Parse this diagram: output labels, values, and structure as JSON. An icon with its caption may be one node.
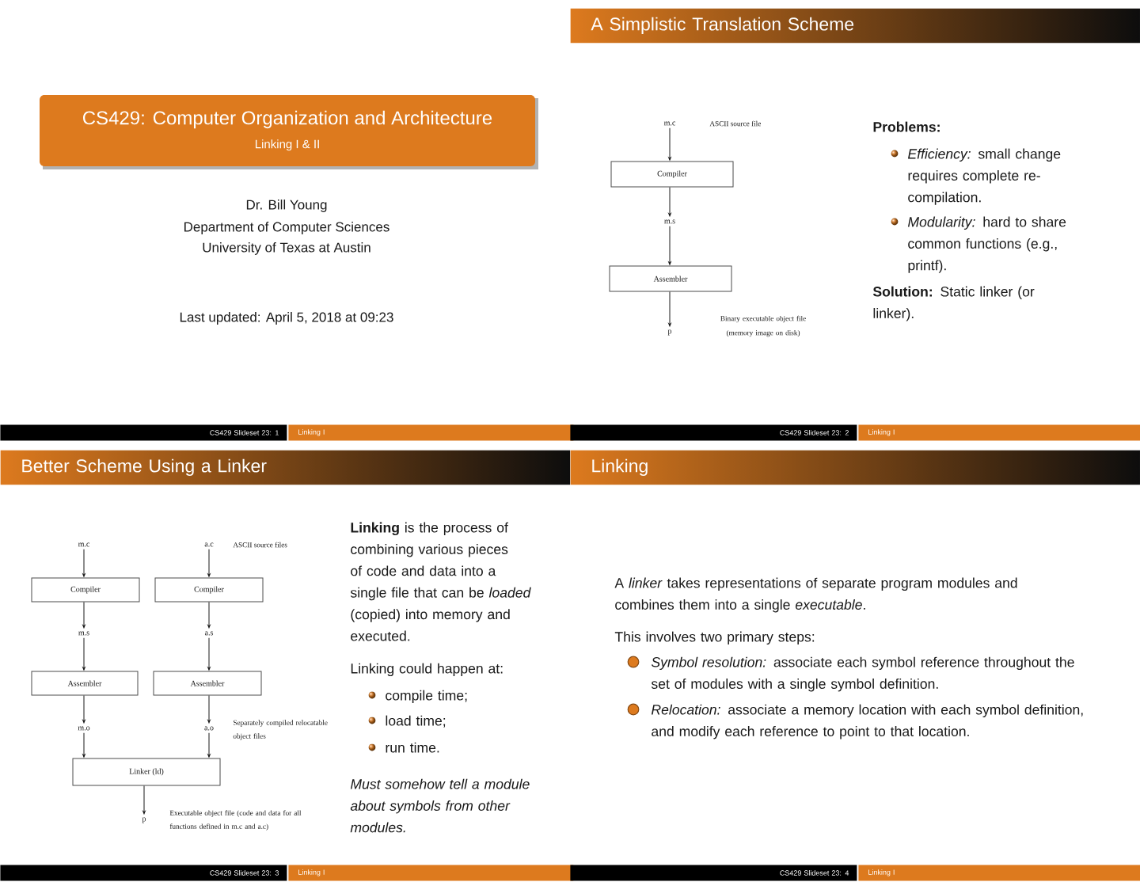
{
  "diagram": {
    "nodes": [
      {
        "text": [
          "CS429: Computer Organization and Architecture",
          "Linking I & II"
        ]
      },
      {
        "text": [
          "CS429 Slideset 23: 1"
        ]
      },
      {
        "text": [
          "Linking I"
        ]
      },
      {
        "text": [
          "A Simplistic Translation Scheme"
        ]
      },
      {
        "text": [
          "m.c"
        ]
      },
      {
        "text": [
          "Compiler"
        ]
      },
      {
        "text": [
          "m.s"
        ]
      },
      {
        "text": [
          "Assembler"
        ]
      },
      {
        "text": [
          "p"
        ]
      },
      {
        "text": [
          "CS429 Slideset 23: 2"
        ]
      },
      {
        "text": [
          "Linking I"
        ]
      },
      {
        "text": [
          "Better Scheme Using a Linker"
        ]
      },
      {
        "text": [
          "m.c"
        ]
      },
      {
        "text": [
          "a.c"
        ],
        "beside": [
          "ASCII source files"
        ]
      },
      {
        "text": [
          "Compiler"
        ]
      },
      {
        "text": [
          "Compiler"
        ]
      },
      {
        "text": [
          "m.s"
        ]
      },
      {
        "text": [
          "a.s"
        ]
      },
      {
        "text": [
          "Assembler"
        ]
      },
      {
        "text": [
          "Assembler"
        ]
      },
      {
        "text": [
          "m.o"
        ]
      },
      {
        "text": [
          "a.o"
        ],
        "beside": [
          "Separately compiled relocatable object files"
        ]
      },
      {
        "text": [
          "Linker (ld)"
        ]
      },
      {
        "text": [
          "p"
        ],
        "beside": [
          "Executable object file (code and data for all functions defined in m.c and a.c)"
        ]
      },
      {
        "text": [
          "CS429 Slideset 23: 3"
        ]
      },
      {
        "text": [
          "Linking I"
        ]
      },
      {
        "text": [
          "Linking"
        ]
      },
      {
        "text": [
          "CS429 Slideset 23: 4"
        ]
      },
      {
        "text": [
          "Linking I"
        ]
      }
    ],
    "edges": [
      {
        "from": 4,
        "to": 5,
        "arrow": "to"
      },
      {
        "from": 5,
        "to": 6,
        "arrow": "to"
      },
      {
        "from": 6,
        "to": 7,
        "arrow": "to"
      },
      {
        "from": 7,
        "to": 8,
        "arrow": "to"
      },
      {
        "from": 12,
        "to": 14,
        "arrow": "to"
      },
      {
        "from": 13,
        "to": 15,
        "arrow": "to"
      },
      {
        "from": 14,
        "to": 16,
        "arrow": "to"
      },
      {
        "from": 15,
        "to": 17,
        "arrow": "to"
      },
      {
        "from": 16,
        "to": 18,
        "arrow": "to"
      },
      {
        "from": 17,
        "to": 19,
        "arrow": "to"
      },
      {
        "from": 18,
        "to": 20,
        "arrow": "to"
      },
      {
        "from": 19,
        "to": 21,
        "arrow": "to"
      },
      {
        "from": 20,
        "to": 22,
        "arrow": "to"
      },
      {
        "from": 21,
        "to": 22,
        "arrow": "to"
      },
      {
        "from": 22,
        "to": 23,
        "arrow": "to"
      }
    ],
    "labels": [
      "Dr. Bill Young",
      "Department of Computer Sciences",
      "University of Texas at Austin",
      "Last updated: April 5, 2018 at 09:23",
      "ASCII source file",
      "Binary executable object file (memory image on disk)",
      "Problems:",
      "*Efficiency:* small change requires complete re-compilation.",
      "*Modularity:* hard to share common functions (e.g., printf).",
      "**Solution:** Static linker (or linker).",
      "**Linking** is the process of combining various pieces of code and data into a single file that can be *loaded* (copied) into memory and executed.",
      "Linking could happen at:",
      "compile time;",
      "load time;",
      "run time.",
      "Must somehow tell a module about symbols from other modules.",
      "A *linker* takes representations of separate program modules and combines them into a single *executable*.",
      "This involves two primary steps:",
      "*Symbol resolution:* associate each symbol reference throughout the set of modules with a single symbol definition.",
      "*Relocation:* associate a memory location with each symbol definition, and modify each reference to point to that location."
    ]
  }
}
